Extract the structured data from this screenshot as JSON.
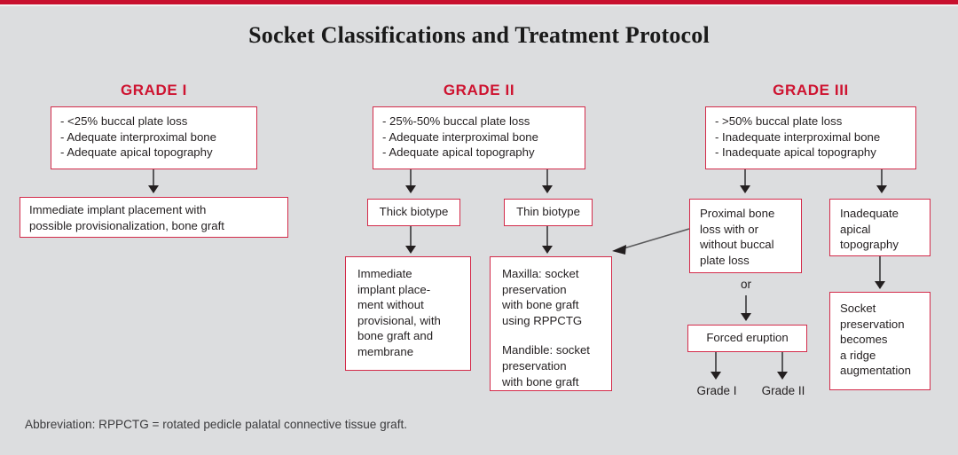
{
  "page": {
    "title": "Socket Classifications and Treatment Protocol",
    "accent_color": "#c8102e",
    "box_border_color": "#d32b4a",
    "background_color": "#dcdddf",
    "footnote": "Abbreviation: RPPCTG = rotated pedicle palatal connective tissue graft."
  },
  "columns": {
    "grade1": {
      "heading": "GRADE I",
      "criteria": {
        "line1": "- <25% buccal plate loss",
        "line2": "- Adequate interproximal bone",
        "line3": "- Adequate apical topography"
      },
      "treatment": {
        "line1": "Immediate implant placement with",
        "line2": "possible provisionalization, bone graft"
      }
    },
    "grade2": {
      "heading": "GRADE II",
      "criteria": {
        "line1": "- 25%-50% buccal plate loss",
        "line2": "- Adequate interproximal bone",
        "line3": "- Adequate apical topography"
      },
      "thick_biotype": "Thick biotype",
      "thin_biotype": "Thin biotype",
      "thick_treatment": {
        "line1": "Immediate",
        "line2": "implant place-",
        "line3": "ment without",
        "line4": "provisional, with",
        "line5": "bone graft and",
        "line6": "membrane"
      },
      "thin_treatment": {
        "line1": "Maxilla: socket",
        "line2": "preservation",
        "line3": "with bone graft",
        "line4": "using RPPCTG",
        "line5": "Mandible: socket",
        "line6": "preservation",
        "line7": "with bone graft"
      }
    },
    "grade3": {
      "heading": "GRADE III",
      "criteria": {
        "line1": "- >50% buccal plate loss",
        "line2": "- Inadequate interproximal bone",
        "line3": "- Inadequate apical topography"
      },
      "proximal_bone_loss": {
        "line1": "Proximal bone",
        "line2": "loss with or",
        "line3": "without buccal",
        "line4": "plate loss"
      },
      "or_label": "or",
      "forced_eruption": "Forced eruption",
      "outcome_left": "Grade I",
      "outcome_right": "Grade II",
      "inadequate_apical": {
        "line1": "Inadequate",
        "line2": "apical",
        "line3": "topography"
      },
      "socket_preservation": {
        "line1": "Socket",
        "line2": "preservation",
        "line3": "becomes",
        "line4": "a ridge",
        "line5": "augmentation"
      }
    }
  }
}
